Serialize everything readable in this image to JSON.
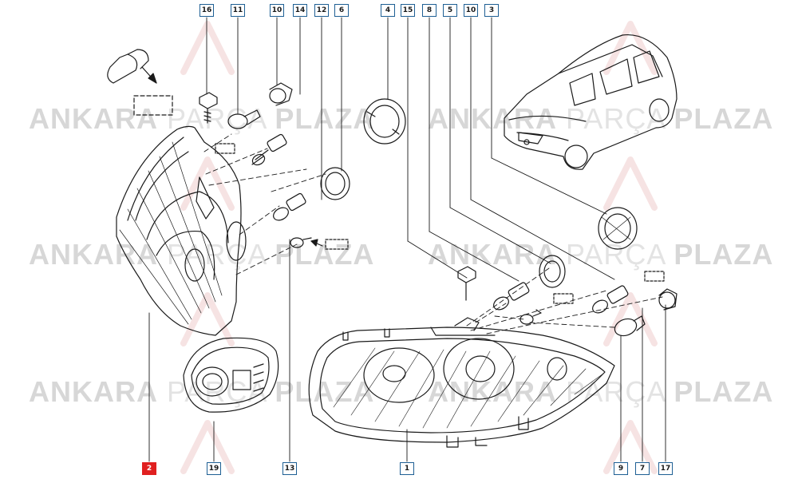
{
  "watermark": {
    "word1": "ANKARA",
    "word2": "PARÇA",
    "word3": "PLAZA"
  },
  "callouts": {
    "c16": "16",
    "c11": "11",
    "c10a": "10",
    "c14": "14",
    "c12": "12",
    "c6": "6",
    "c4": "4",
    "c15": "15",
    "c8": "8",
    "c5": "5",
    "c10b": "10",
    "c3": "3",
    "c2": "2",
    "c19": "19",
    "c13": "13",
    "c1": "1",
    "c9": "9",
    "c7": "7",
    "c17": "17"
  },
  "colors": {
    "callout_border": "#1e5f94",
    "highlight": "#e02020",
    "line": "#1a1a1a",
    "watermark": "#d7d7d7"
  }
}
